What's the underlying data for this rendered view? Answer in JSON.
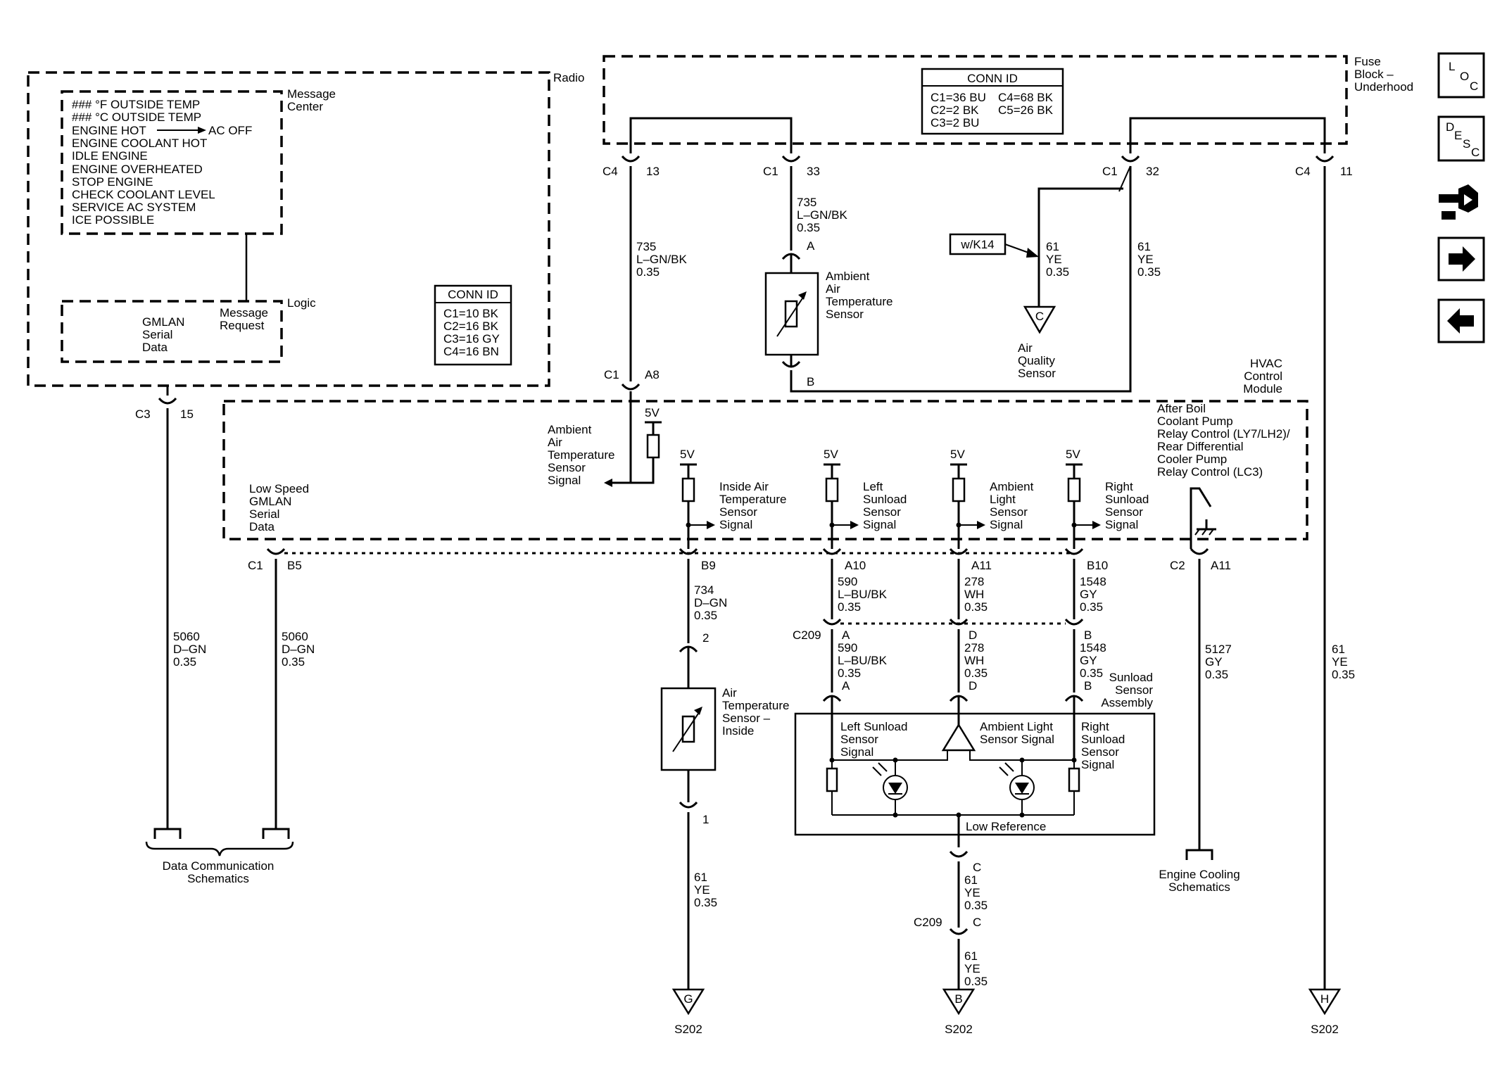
{
  "modules": {
    "radio": "Radio",
    "message_center": [
      "Message",
      "Center"
    ],
    "logic": "Logic",
    "fuse_block": [
      "Fuse",
      "Block –",
      "Underhood"
    ],
    "hvac": [
      "HVAC",
      "Control",
      "Module"
    ],
    "sunload_assembly": [
      "Sunload",
      "Sensor",
      "Assembly"
    ]
  },
  "message_center_lines": [
    "### °F OUTSIDE TEMP",
    "### °C  OUTSIDE TEMP",
    "ENGINE HOT",
    "AC OFF",
    "ENGINE COOLANT HOT",
    "IDLE ENGINE",
    "ENGINE OVERHEATED",
    "STOP ENGINE",
    "CHECK COOLANT LEVEL",
    "SERVICE AC SYSTEM",
    "ICE POSSIBLE"
  ],
  "logic_labels": {
    "gmlan": [
      "GMLAN",
      "Serial",
      "Data"
    ],
    "message_request": [
      "Message",
      "Request"
    ]
  },
  "radio_conn_id": {
    "title": "CONN ID",
    "rows": [
      "C1=10 BK",
      "C2=16 BK",
      "C3=16 GY",
      "C4=16 BN"
    ]
  },
  "fuse_conn_id": {
    "title": "CONN ID",
    "rows_left": [
      "C1=36 BU",
      "C2=2 BK",
      "C3=2 BU"
    ],
    "rows_right": [
      "C4=68 BK",
      "C5=26 BK"
    ]
  },
  "pins": {
    "radio_c3": {
      "conn": "C3",
      "pin": "15"
    },
    "fuse_c4_13": {
      "conn": "C4",
      "pin": "13"
    },
    "fuse_c1_33": {
      "conn": "C1",
      "pin": "33"
    },
    "fuse_c1_32": {
      "conn": "C1",
      "pin": "32"
    },
    "fuse_c4_11": {
      "conn": "C4",
      "pin": "11"
    },
    "hvac_c1_a8": {
      "conn": "C1",
      "pin": "A8"
    },
    "hvac_c1_b5": {
      "conn": "C1",
      "pin": "B5"
    },
    "hvac_b9": "B9",
    "hvac_a10": "A10",
    "hvac_a11": "A11",
    "hvac_b10": "B10",
    "hvac_c2_a11": {
      "conn": "C2",
      "pin": "A11"
    },
    "c209": "C209",
    "c209_a": "A",
    "c209_d": "D",
    "c209_b": "B",
    "c209_c": "C",
    "ambient_a": "A",
    "ambient_b": "B",
    "inside_2": "2",
    "inside_1": "1",
    "sunload_a": "A",
    "sunload_d": "D",
    "sunload_b": "B",
    "sunload_c": "C"
  },
  "wires": {
    "w735_left": [
      "735",
      "L–GN/BK",
      "0.35"
    ],
    "w735_top": [
      "735",
      "L–GN/BK",
      "0.35"
    ],
    "w61_aq": [
      "61",
      "YE",
      "0.35"
    ],
    "w61_c1": [
      "61",
      "YE",
      "0.35"
    ],
    "w61_right": [
      "61",
      "YE",
      "0.35"
    ],
    "w5060_a": [
      "5060",
      "D–GN",
      "0.35"
    ],
    "w5060_b": [
      "5060",
      "D–GN",
      "0.35"
    ],
    "w734": [
      "734",
      "D–GN",
      "0.35"
    ],
    "w590_a": [
      "590",
      "L–BU/BK",
      "0.35"
    ],
    "w278_a": [
      "278",
      "WH",
      "0.35"
    ],
    "w1548_a": [
      "1548",
      "GY",
      "0.35"
    ],
    "w590_b": [
      "590",
      "L–BU/BK",
      "0.35"
    ],
    "w278_b": [
      "278",
      "WH",
      "0.35"
    ],
    "w1548_b": [
      "1548",
      "GY",
      "0.35"
    ],
    "w5127": [
      "5127",
      "GY",
      "0.35"
    ],
    "w61_inside": [
      "61",
      "YE",
      "0.35"
    ],
    "w61_c_upper": [
      "61",
      "YE",
      "0.35"
    ],
    "w61_c_lower": [
      "61",
      "YE",
      "0.35"
    ]
  },
  "components": {
    "ambient_sensor": [
      "Ambient",
      "Air",
      "Temperature",
      "Sensor"
    ],
    "air_quality": [
      "Air",
      "Quality",
      "Sensor"
    ],
    "option_wk14": "w/K14",
    "inside_sensor": [
      "Air",
      "Temperature",
      "Sensor –",
      "Inside"
    ]
  },
  "hvac_labels": {
    "ambient_signal": [
      "Ambient",
      "Air",
      "Temperature",
      "Sensor",
      "Signal"
    ],
    "low_speed": [
      "Low Speed",
      "GMLAN",
      "Serial",
      "Data"
    ],
    "inside_signal": [
      "Inside Air",
      "Temperature",
      "Sensor",
      "Signal"
    ],
    "left_sunload": [
      "Left",
      "Sunload",
      "Sensor",
      "Signal"
    ],
    "ambient_light": [
      "Ambient",
      "Light",
      "Sensor",
      "Signal"
    ],
    "right_sunload": [
      "Right",
      "Sunload",
      "Sensor",
      "Signal"
    ],
    "after_boil": [
      "After Boil",
      "Coolant Pump",
      "Relay Control (LY7/LH2)/",
      "Rear Differential",
      "Cooler Pump",
      "Relay Control (LC3)"
    ],
    "five_v": "5V"
  },
  "sunload_labels": {
    "left": [
      "Left Sunload",
      "Sensor",
      "Signal"
    ],
    "ambient": [
      "Ambient Light",
      "Sensor Signal"
    ],
    "right": [
      "Right",
      "Sunload",
      "Sensor",
      "Signal"
    ],
    "low_ref": "Low Reference"
  },
  "refs": {
    "data_comm": [
      "Data Communication",
      "Schematics"
    ],
    "engine_cooling": [
      "Engine Cooling",
      "Schematics"
    ]
  },
  "splices": {
    "g": {
      "letter": "G",
      "name": "S202"
    },
    "b": {
      "letter": "B",
      "name": "S202"
    },
    "h": {
      "letter": "H",
      "name": "S202"
    },
    "aq": {
      "letter": "C"
    }
  },
  "nav": {
    "loc": [
      "L",
      "O",
      "C"
    ],
    "desc": [
      "D",
      "E",
      "S",
      "C"
    ]
  },
  "icons": [
    "loc-icon",
    "desc-icon",
    "connector-icon",
    "forward-arrow-icon",
    "back-arrow-icon"
  ]
}
